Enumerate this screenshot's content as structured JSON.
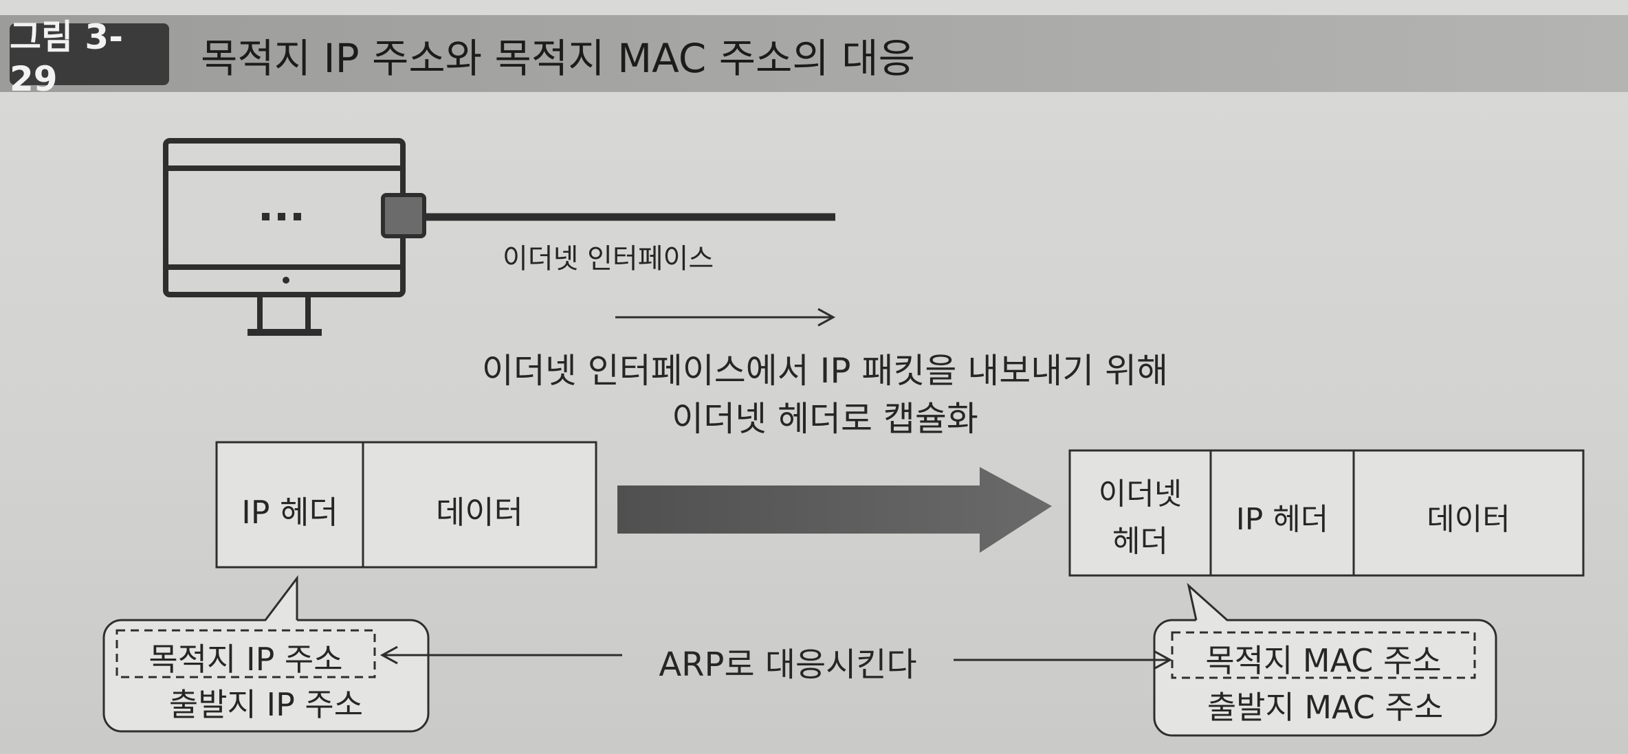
{
  "figure": {
    "number": "그림 3-29",
    "title": "목적지 IP 주소와 목적지 MAC 주소의 대응"
  },
  "computer": {
    "interface_label": "이더넷 인터페이스"
  },
  "caption": {
    "line1": "이더넷 인터페이스에서 IP 패킷을 내보내기 위해",
    "line2": "이더넷 헤더로 캡슐화"
  },
  "ip_packet": {
    "header": "IP 헤더",
    "data": "데이터"
  },
  "ethernet_frame": {
    "eth_header_line1": "이더넷",
    "eth_header_line2": "헤더",
    "ip_header": "IP 헤더",
    "data": "데이터"
  },
  "ip_bubble": {
    "dest": "목적지 IP 주소",
    "src": "출발지 IP 주소"
  },
  "mac_bubble": {
    "dest": "목적지 MAC 주소",
    "src": "출발지 MAC 주소"
  },
  "arp_label": "ARP로 대응시킨다",
  "colors": {
    "badge": "#3b3b3b",
    "title_band": "#a3a3a1",
    "big_arrow": "#5a5a5a",
    "line": "#2e2e2e"
  }
}
